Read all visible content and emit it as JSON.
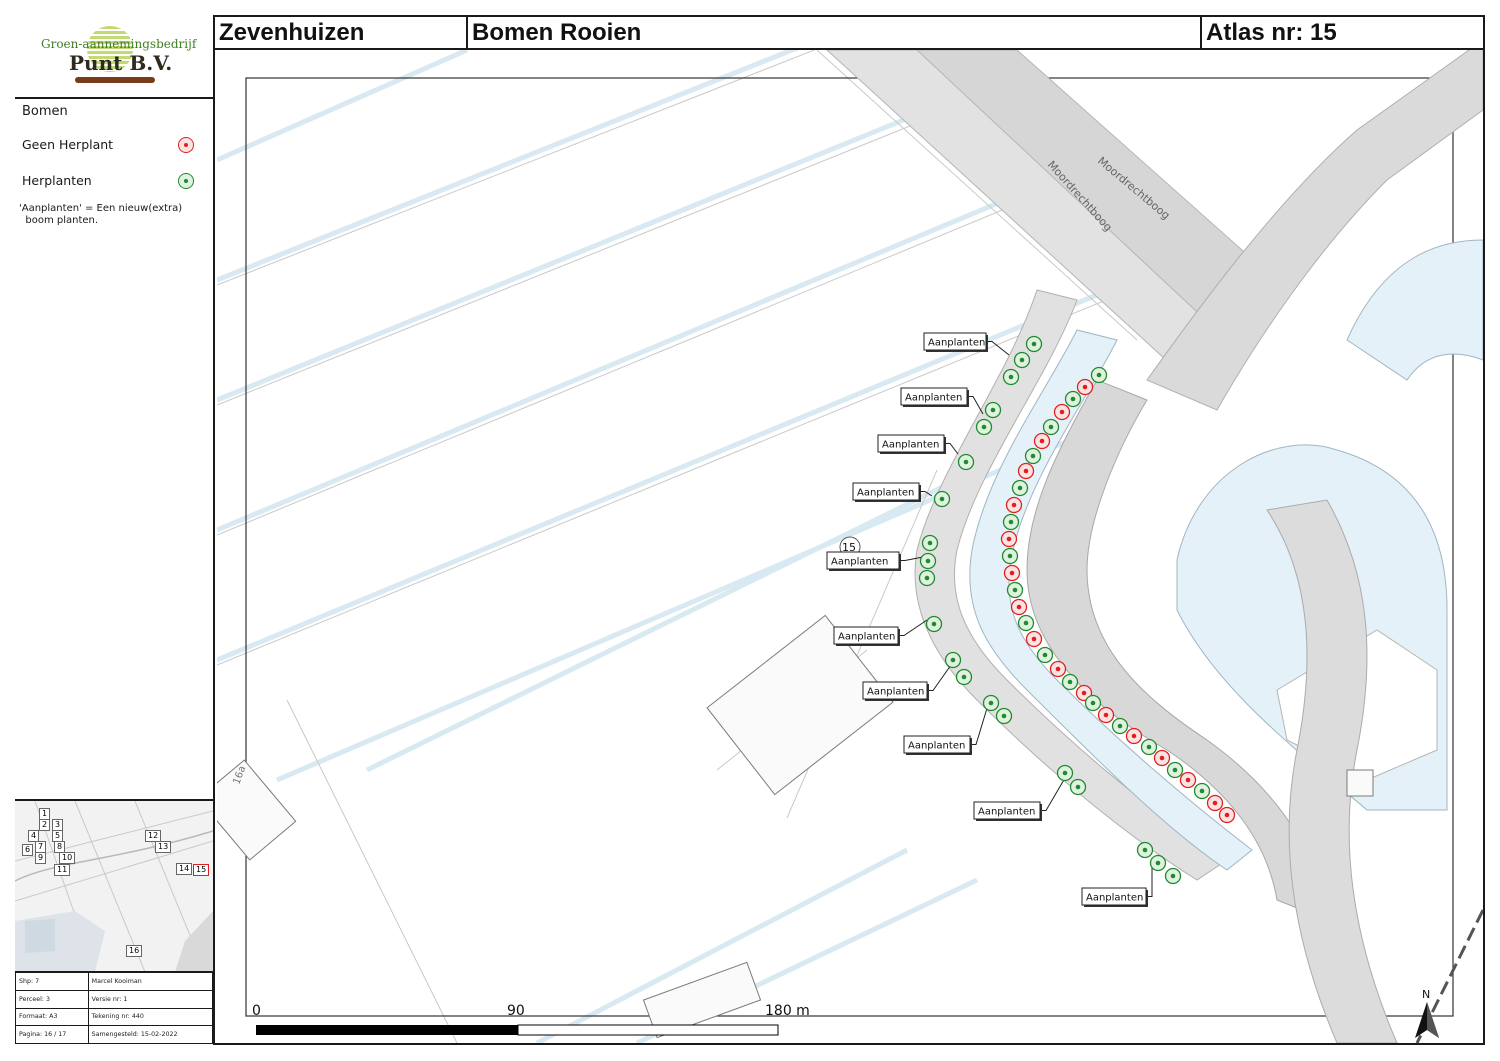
{
  "header": {
    "location": "Zevenhuizen",
    "subject": "Bomen Rooien",
    "atlas": "Atlas nr: 15"
  },
  "logo": {
    "line1": "Groen-aannemingsbedrijf",
    "line2": "Punt B.V."
  },
  "legend": {
    "title": "Bomen",
    "items": [
      {
        "label": "Geen Herplant",
        "color": "#e0201e",
        "fill": "#fbe3e3"
      },
      {
        "label": "Herplanten",
        "color": "#1f8a2e",
        "fill": "#dff2df"
      }
    ],
    "note": "'Aanplanten' = Een nieuw(extra)\n  boom planten."
  },
  "overview": {
    "sheets": [
      "1",
      "2",
      "3",
      "4",
      "5",
      "6",
      "7",
      "8",
      "9",
      "10",
      "11",
      "12",
      "13",
      "14",
      "15",
      "16"
    ],
    "current": "15"
  },
  "meta": {
    "rows": [
      [
        "Shp: 7",
        "Marcel Kooiman"
      ],
      [
        "Perceel: 3",
        "Versie nr: 1"
      ],
      [
        "Formaat: A3",
        "Tekening nr: 440"
      ],
      [
        "Pagina: 16 / 17",
        "Samengesteld: 15-02-2022"
      ]
    ]
  },
  "map": {
    "street_names": [
      "Moordrechtboog",
      "Moordrechtboog"
    ],
    "parcel_label": "16a",
    "sheet_marker": "15",
    "callout_label": "Aanplanten",
    "scale_labels": [
      "0",
      "90",
      "180 m"
    ],
    "north_label": "N",
    "colors": {
      "geen_herplant": "#e0201e",
      "herplanten": "#1f8a2e",
      "water": "#e4f1f8",
      "road": "#dcdcdc"
    }
  }
}
